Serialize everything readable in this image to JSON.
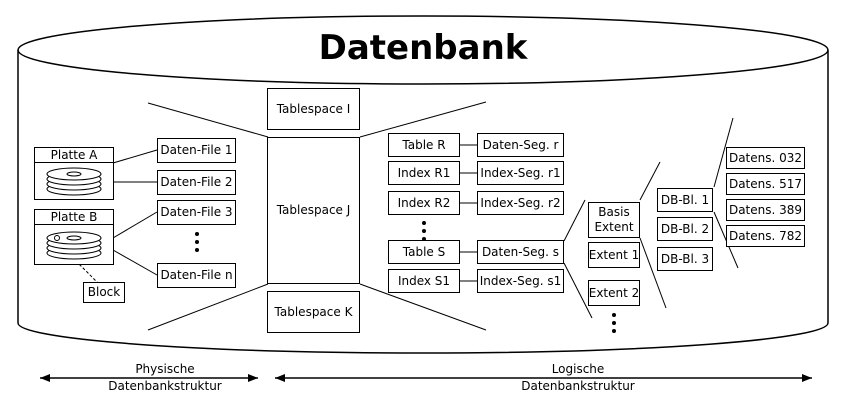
{
  "title": "Datenbank",
  "physical": {
    "disks": [
      {
        "label": "Platte A"
      },
      {
        "label": "Platte B"
      }
    ],
    "block_label": "Block",
    "files": [
      "Daten-File 1",
      "Daten-File 2",
      "Daten-File 3",
      "Daten-File n"
    ]
  },
  "tablespaces": [
    "Tablespace I",
    "Tablespace J",
    "Tablespace K"
  ],
  "objects": {
    "rows": [
      {
        "object": "Table R",
        "segment": "Daten-Seg. r"
      },
      {
        "object": "Index R1",
        "segment": "Index-Seg. r1"
      },
      {
        "object": "Index R2",
        "segment": "Index-Seg. r2"
      },
      {
        "object": "Table S",
        "segment": "Daten-Seg. s"
      },
      {
        "object": "Index S1",
        "segment": "Index-Seg. s1"
      }
    ]
  },
  "extents": [
    "Basis Extent",
    "Extent 1",
    "Extent 2"
  ],
  "db_blocks": [
    "DB-Bl. 1",
    "DB-Bl. 2",
    "DB-Bl. 3"
  ],
  "data_records": [
    "Datens. 032",
    "Datens. 517",
    "Datens. 389",
    "Datens. 782"
  ],
  "footer": {
    "physical_line1": "Physische",
    "physical_line2": "Datenbankstruktur",
    "logical_line1": "Logische",
    "logical_line2": "Datenbankstruktur"
  }
}
